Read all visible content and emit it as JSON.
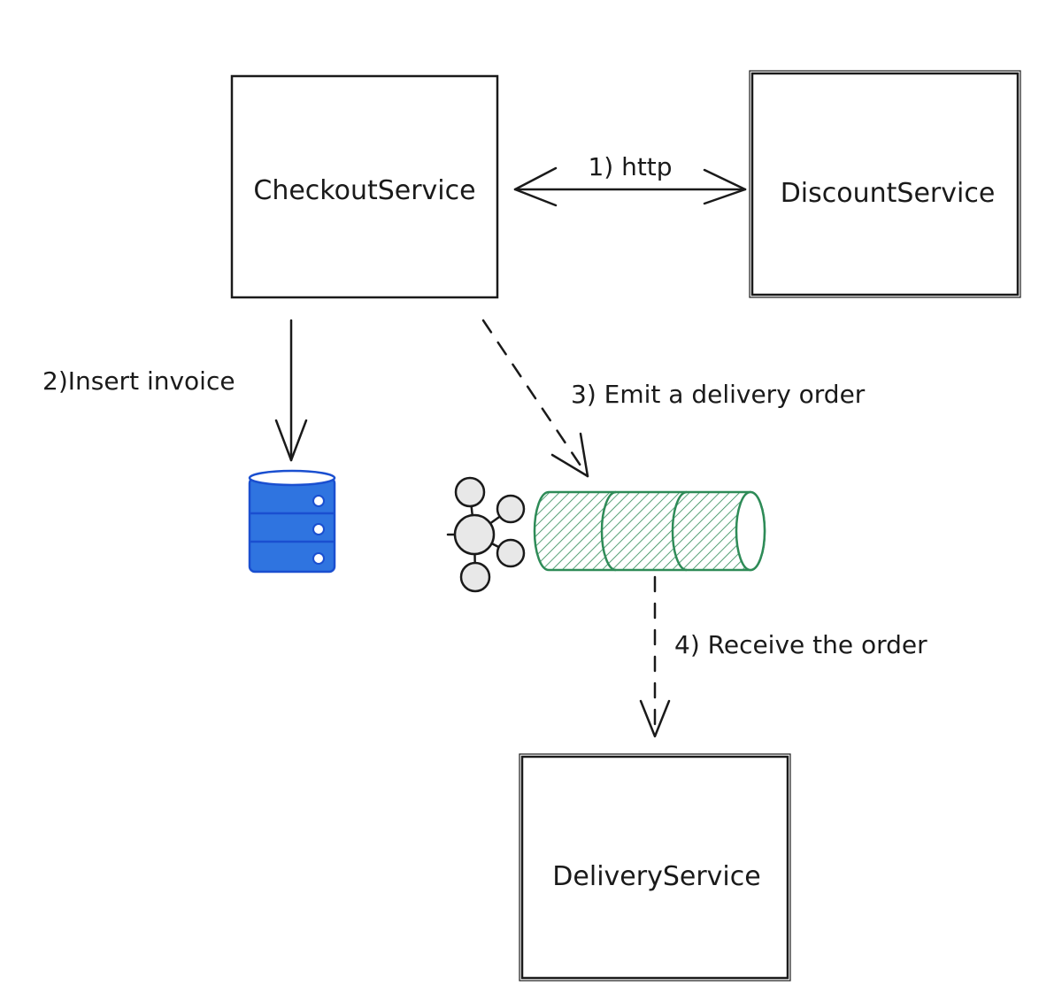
{
  "nodes": {
    "checkout": {
      "label": "CheckoutService"
    },
    "discount": {
      "label": "DiscountService"
    },
    "delivery": {
      "label": "DeliveryService"
    }
  },
  "edges": {
    "http": {
      "label": "1) http"
    },
    "insert": {
      "label": "2)Insert invoice"
    },
    "emit": {
      "label": "3) Emit a delivery order"
    },
    "receive": {
      "label": "4) Receive the order"
    }
  },
  "colors": {
    "database": "#2f74e0",
    "database_stroke": "#1a4fd0",
    "queue": "#2e8b57",
    "ink": "#1a1a1a"
  },
  "icons": {
    "database": "database-icon",
    "broker": "message-broker-icon",
    "queue": "message-queue-icon"
  }
}
